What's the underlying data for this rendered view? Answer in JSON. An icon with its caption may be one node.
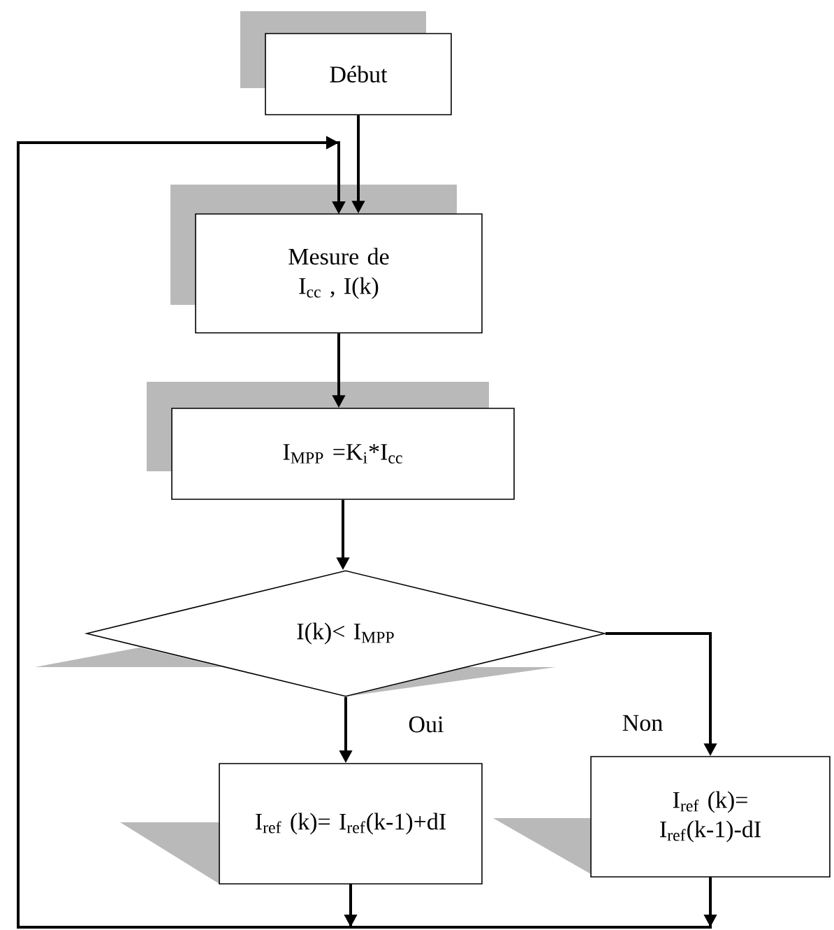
{
  "diagram": {
    "nodes": [
      {
        "text": [
          "Début"
        ]
      },
      {
        "text": [
          "Mesure de I$_{cc}$ , I(k)"
        ]
      },
      {
        "text": [
          "I$_{MPP}$ =K$_{i}$*I$_{cc}$"
        ]
      },
      {
        "text": [
          "I(k)< I$_{MPP}$"
        ]
      },
      {
        "text": [
          "I$_{ref}$ (k)= I$_{ref}$(k-1)+dI"
        ]
      },
      {
        "text": [
          "I$_{ref}$ (k)= I$_{ref}$(k-1)-dI"
        ]
      }
    ],
    "edges": [
      {
        "from": 0,
        "to": 1,
        "arrow": "to"
      },
      {
        "from": 1,
        "to": 2,
        "arrow": "to"
      },
      {
        "from": 2,
        "to": 3,
        "arrow": "to"
      },
      {
        "from": 3,
        "to": 4,
        "arrow": "to",
        "label": "Oui"
      },
      {
        "from": 3,
        "to": 5,
        "arrow": "to",
        "label": "Non"
      },
      {
        "from": 4,
        "to": 1,
        "arrow": "to"
      },
      {
        "from": 5,
        "to": 1,
        "arrow": "to"
      }
    ]
  }
}
